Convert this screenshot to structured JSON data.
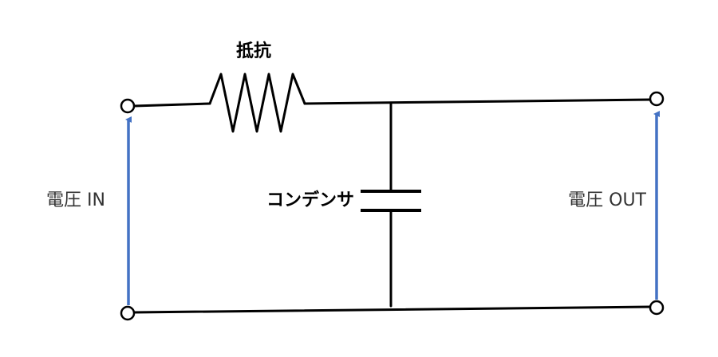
{
  "labels": {
    "resistor": "抵抗",
    "capacitor": "コンデンサ",
    "voltage_in": "電圧 IN",
    "voltage_out": "電圧 OUT"
  },
  "colors": {
    "wire": "#000000",
    "arrow": "#4472C4",
    "background": "#ffffff"
  }
}
